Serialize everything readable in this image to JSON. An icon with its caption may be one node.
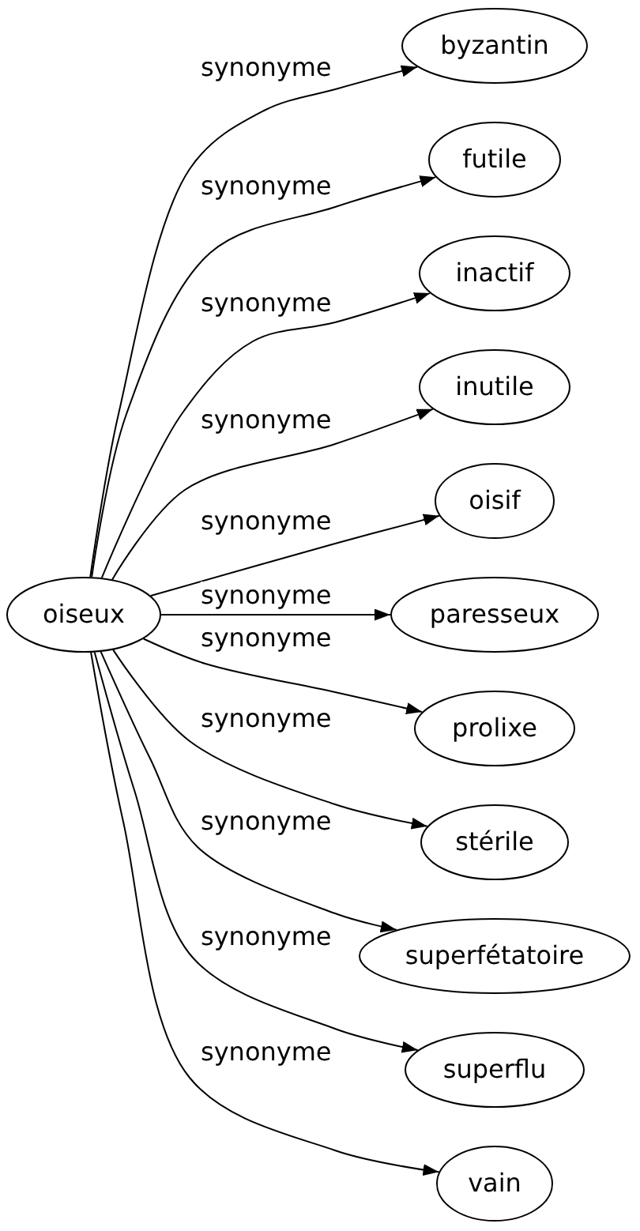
{
  "diagram": {
    "nodes": [
      {
        "text": [
          "oiseux"
        ]
      },
      {
        "text": [
          "byzantin"
        ]
      },
      {
        "text": [
          "futile"
        ]
      },
      {
        "text": [
          "inactif"
        ]
      },
      {
        "text": [
          "inutile"
        ]
      },
      {
        "text": [
          "oisif"
        ]
      },
      {
        "text": [
          "paresseux"
        ]
      },
      {
        "text": [
          "prolixe"
        ]
      },
      {
        "text": [
          "stérile"
        ]
      },
      {
        "text": [
          "superfétatoire"
        ]
      },
      {
        "text": [
          "superflu"
        ]
      },
      {
        "text": [
          "vain"
        ]
      }
    ],
    "edges": [
      {
        "from": 0,
        "to": 1,
        "arrow": "to",
        "label": "synonyme"
      },
      {
        "from": 0,
        "to": 2,
        "arrow": "to",
        "label": "synonyme"
      },
      {
        "from": 0,
        "to": 3,
        "arrow": "to",
        "label": "synonyme"
      },
      {
        "from": 0,
        "to": 4,
        "arrow": "to",
        "label": "synonyme"
      },
      {
        "from": 0,
        "to": 5,
        "arrow": "to",
        "label": "synonyme"
      },
      {
        "from": 0,
        "to": 6,
        "arrow": "to",
        "label": "synonyme"
      },
      {
        "from": 0,
        "to": 7,
        "arrow": "to",
        "label": "synonyme"
      },
      {
        "from": 0,
        "to": 8,
        "arrow": "to",
        "label": "synonyme"
      },
      {
        "from": 0,
        "to": 9,
        "arrow": "to",
        "label": "synonyme"
      },
      {
        "from": 0,
        "to": 10,
        "arrow": "to",
        "label": "synonyme"
      },
      {
        "from": 0,
        "to": 11,
        "arrow": "to",
        "label": "synonyme"
      }
    ]
  }
}
